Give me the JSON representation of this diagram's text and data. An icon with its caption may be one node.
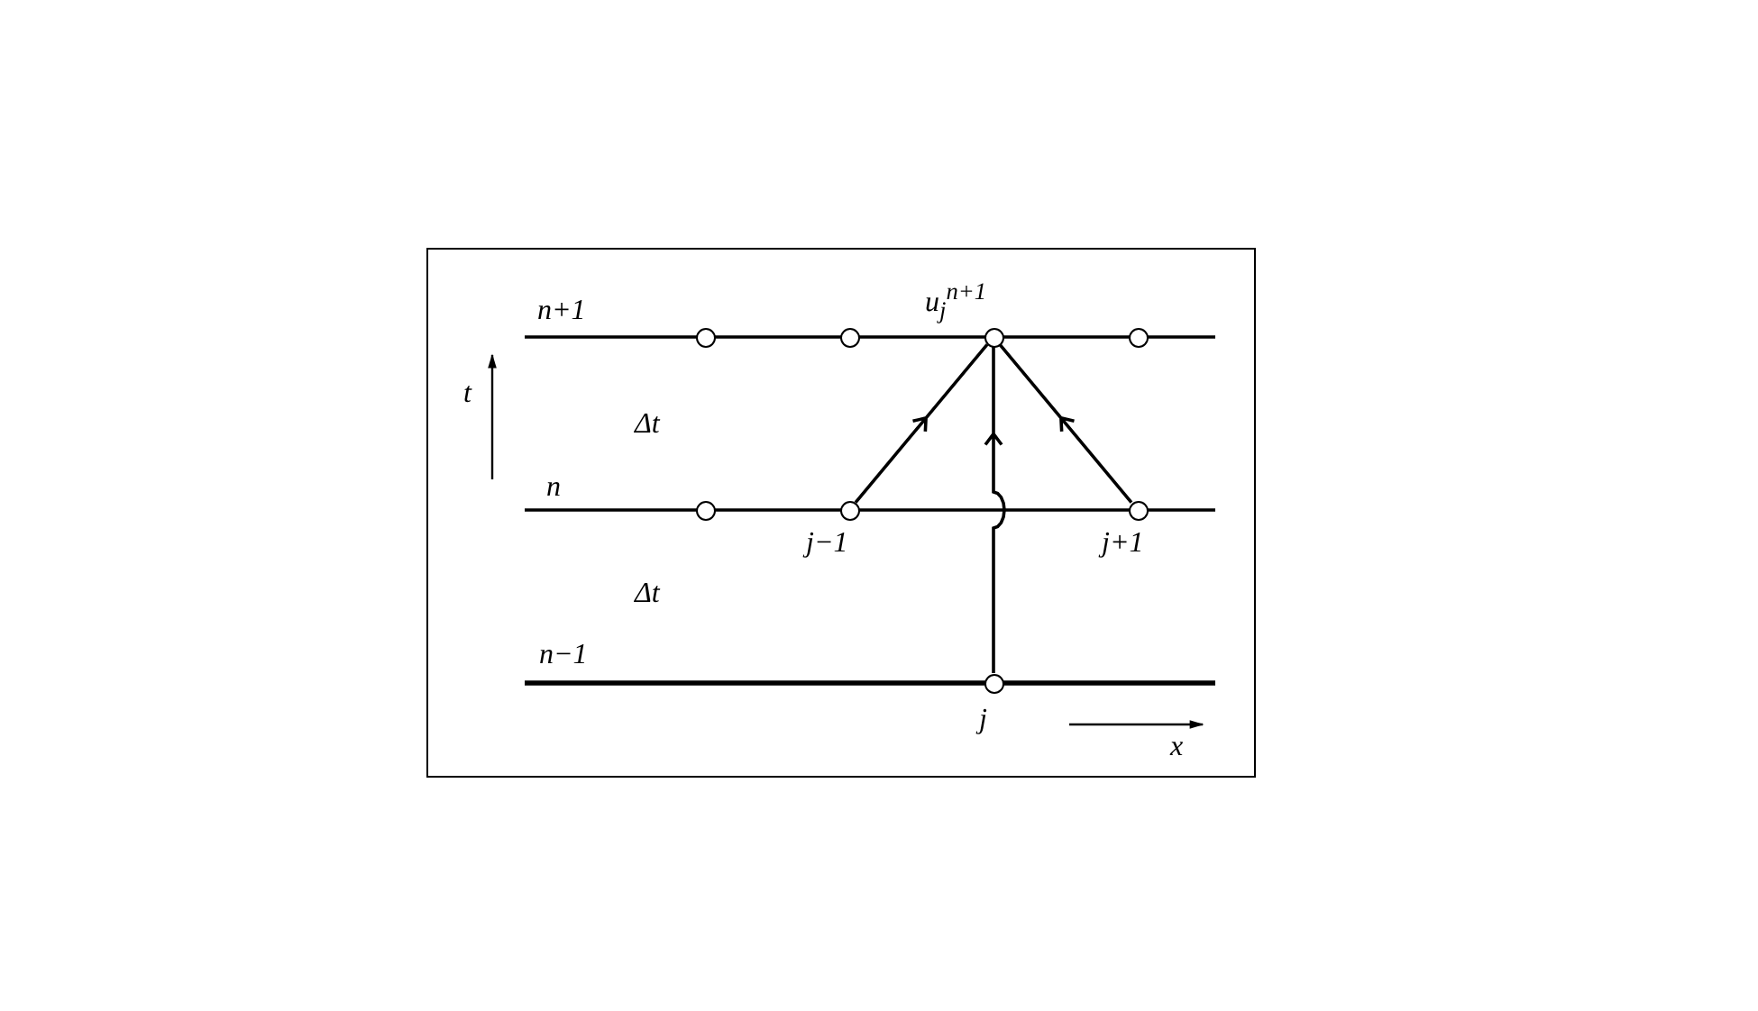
{
  "diagram": {
    "nodes": [
      {
        "text": [],
        "shape": "circle"
      },
      {
        "text": [],
        "shape": "circle"
      },
      {
        "text": [],
        "shape": "circle",
        "beside": [
          "u$_{j}$$^{n+1}$"
        ]
      },
      {
        "text": [],
        "shape": "circle"
      },
      {
        "text": [],
        "shape": "circle"
      },
      {
        "text": [],
        "shape": "circle",
        "beside": [
          "j−1"
        ]
      },
      {
        "text": [],
        "shape": "circle",
        "beside": [
          "j+1"
        ]
      },
      {
        "text": [],
        "shape": "circle",
        "beside": [
          "j"
        ]
      }
    ],
    "edges": [
      {
        "from": 5,
        "to": 2,
        "arrow": "to"
      },
      {
        "from": 7,
        "to": 2,
        "arrow": "to"
      },
      {
        "from": 6,
        "to": 2,
        "arrow": "to"
      }
    ],
    "labels": [
      "n+1",
      "t",
      "Δt",
      "n",
      "Δt",
      "n−1",
      "x"
    ]
  }
}
